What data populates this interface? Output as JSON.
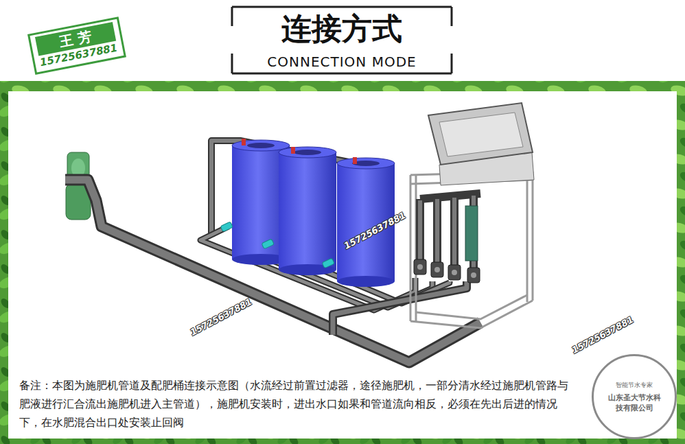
{
  "diagram": {
    "title": "连接方式",
    "caption": "备注：本图为施肥机管道及配肥桶连接示意图（水流经过前置过滤器，途径施肥机，一部分清水经过施肥机管路与肥液进行汇合流出施肥机进入主管道），施肥机安装时，进出水口如果和管道流向相反，必须在先出后进的情况下，在水肥混合出口处安装止回阀",
    "nodes": [
      {
        "text": [
          "王 芳",
          "15725637881"
        ]
      },
      {
        "text": [
          "智能节水专家",
          "山东圣大节水科技有限公司"
        ]
      }
    ],
    "labels": [
      "CONNECTION MODE",
      "15725637881",
      "15725637881",
      "15725637881"
    ]
  }
}
